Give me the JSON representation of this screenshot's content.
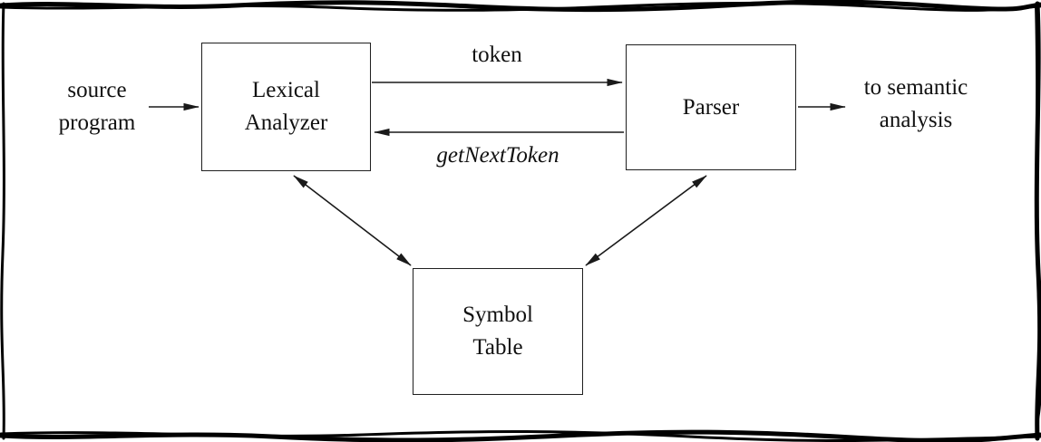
{
  "nodes": {
    "lexical_analyzer": {
      "line1": "Lexical",
      "line2": "Analyzer"
    },
    "parser": {
      "label": "Parser"
    },
    "symbol_table": {
      "line1": "Symbol",
      "line2": "Table"
    }
  },
  "labels": {
    "source_program": {
      "line1": "source",
      "line2": "program"
    },
    "token": "token",
    "get_next_token": "getNextToken",
    "to_semantic": {
      "line1": "to semantic",
      "line2": "analysis"
    }
  },
  "edges": [
    {
      "from": "source program",
      "to": "Lexical Analyzer",
      "label": "",
      "direction": "one-way"
    },
    {
      "from": "Lexical Analyzer",
      "to": "Parser",
      "label": "token",
      "direction": "one-way"
    },
    {
      "from": "Parser",
      "to": "Lexical Analyzer",
      "label": "getNextToken",
      "direction": "one-way"
    },
    {
      "from": "Parser",
      "to": "to semantic analysis",
      "label": "",
      "direction": "one-way"
    },
    {
      "from": "Lexical Analyzer",
      "to": "Symbol Table",
      "label": "",
      "direction": "two-way"
    },
    {
      "from": "Parser",
      "to": "Symbol Table",
      "label": "",
      "direction": "two-way"
    }
  ],
  "colors": {
    "background": "#ffffff",
    "ink": "#000000",
    "box_border": "#1f1f1f"
  }
}
